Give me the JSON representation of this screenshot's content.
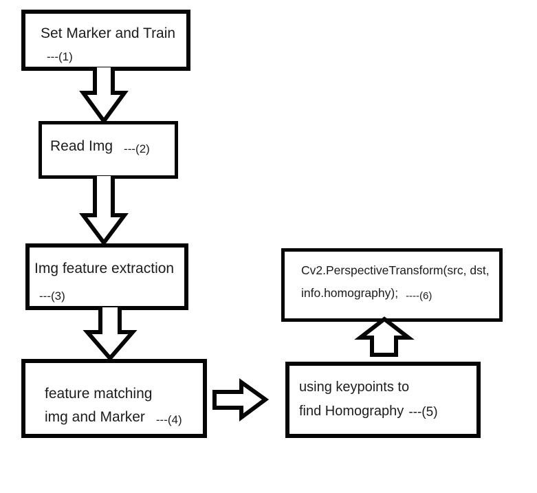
{
  "diagram": {
    "colors": {
      "background": "#ffffff",
      "line": "#050505",
      "text": "#1c1c1c"
    },
    "steps": {
      "step1": {
        "label": "Set Marker and Train",
        "ref": "---(1)"
      },
      "step2": {
        "label": "Read Img",
        "ref": "---(2)"
      },
      "step3": {
        "label": "Img feature extraction",
        "ref": "---(3)"
      },
      "step4": {
        "label_line1": "feature matching",
        "label_line2": "img and Marker",
        "ref": "---(4)"
      },
      "step5": {
        "label_line1": "using keypoints to",
        "label_line2": "find Homography",
        "ref": "---(5)"
      },
      "step6": {
        "label_line1": "Cv2.PerspectiveTransform(src, dst,",
        "label_line2": "info.homography);",
        "ref": "----(6)"
      }
    },
    "connectors": [
      {
        "icon": "block-arrow-down-icon",
        "direction": "down"
      },
      {
        "icon": "block-arrow-down-icon",
        "direction": "down"
      },
      {
        "icon": "block-arrow-down-icon",
        "direction": "down"
      },
      {
        "icon": "block-arrow-right-icon",
        "direction": "right"
      },
      {
        "icon": "block-arrow-up-icon",
        "direction": "up"
      }
    ]
  }
}
